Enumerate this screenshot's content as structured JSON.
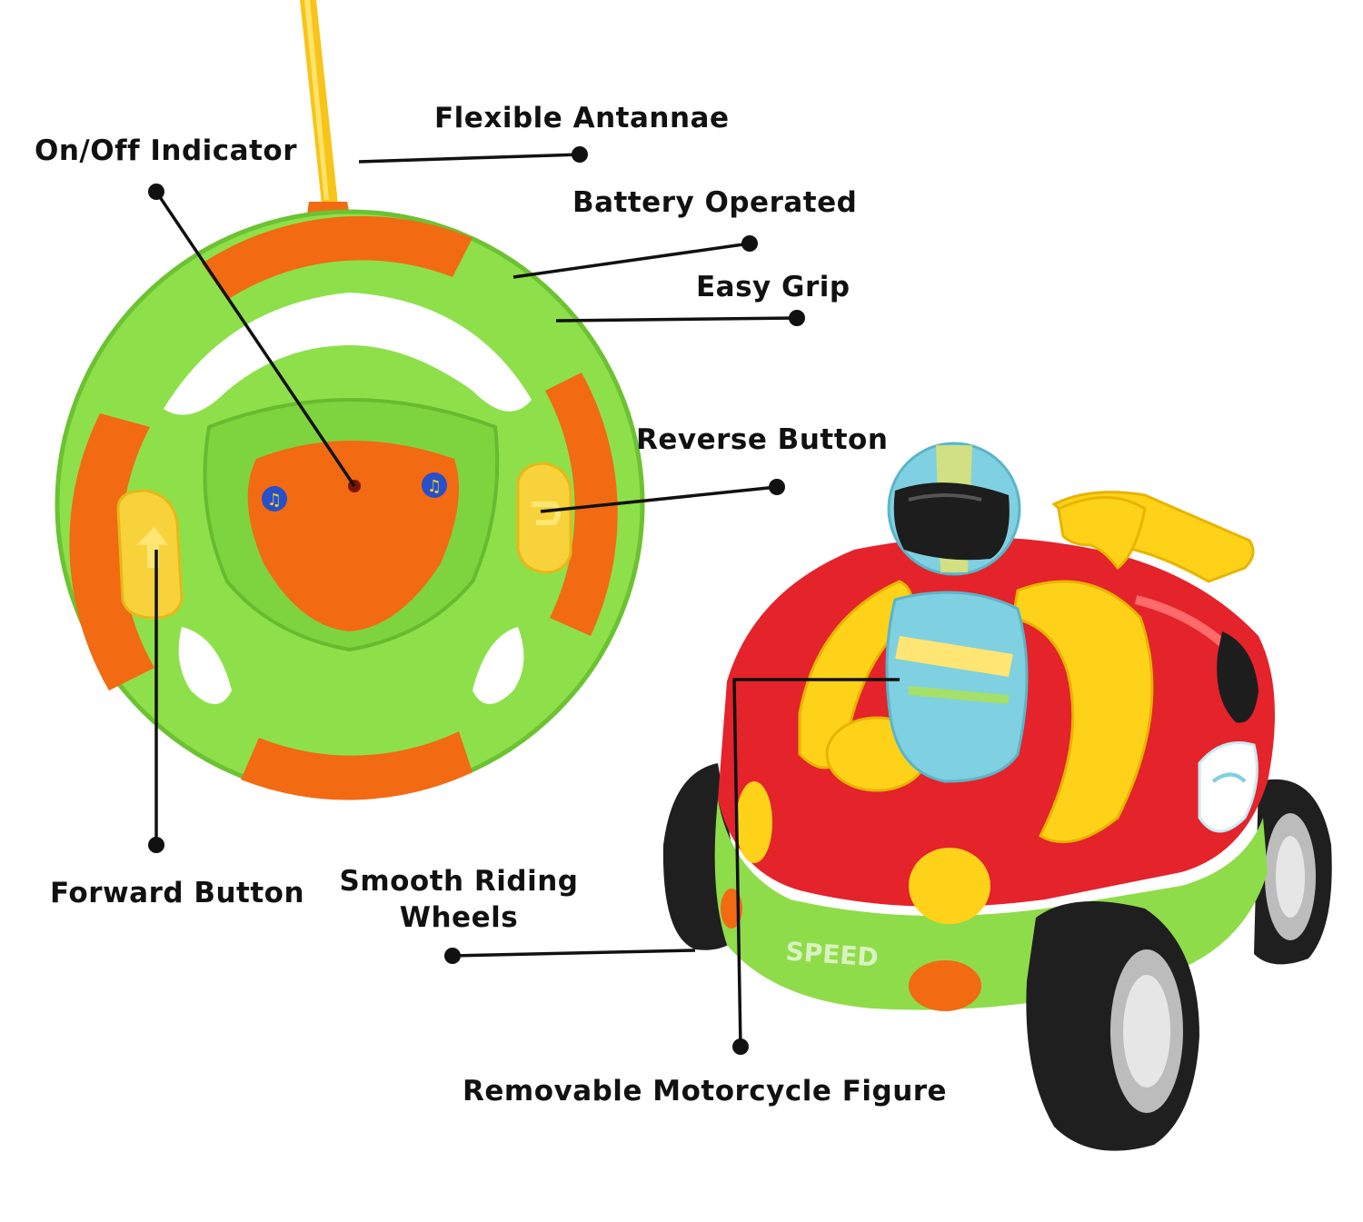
{
  "callouts": {
    "flexible_antennae": "Flexible Antannae",
    "on_off_indicator": "On/Off Indicator",
    "battery_operated": "Battery Operated",
    "easy_grip": "Easy Grip",
    "reverse_button": "Reverse Button",
    "forward_button": "Forward Button",
    "smooth_riding_wheels_line1": "Smooth Riding",
    "smooth_riding_wheels_line2": "Wheels",
    "removable_figure": "Removable Motorcycle Figure"
  },
  "car": {
    "hood_text": "SPEED"
  },
  "colors": {
    "background": "#ffffff",
    "remote_green": "#8ee04a",
    "remote_orange": "#f26a12",
    "button_yellow": "#f7d23a",
    "car_red": "#e4232b",
    "car_yellow": "#ffd21a",
    "car_green": "#8fdc4a",
    "figure_blue": "#7fd0e0",
    "tire_black": "#1f1f1f",
    "label_text": "#111111"
  }
}
